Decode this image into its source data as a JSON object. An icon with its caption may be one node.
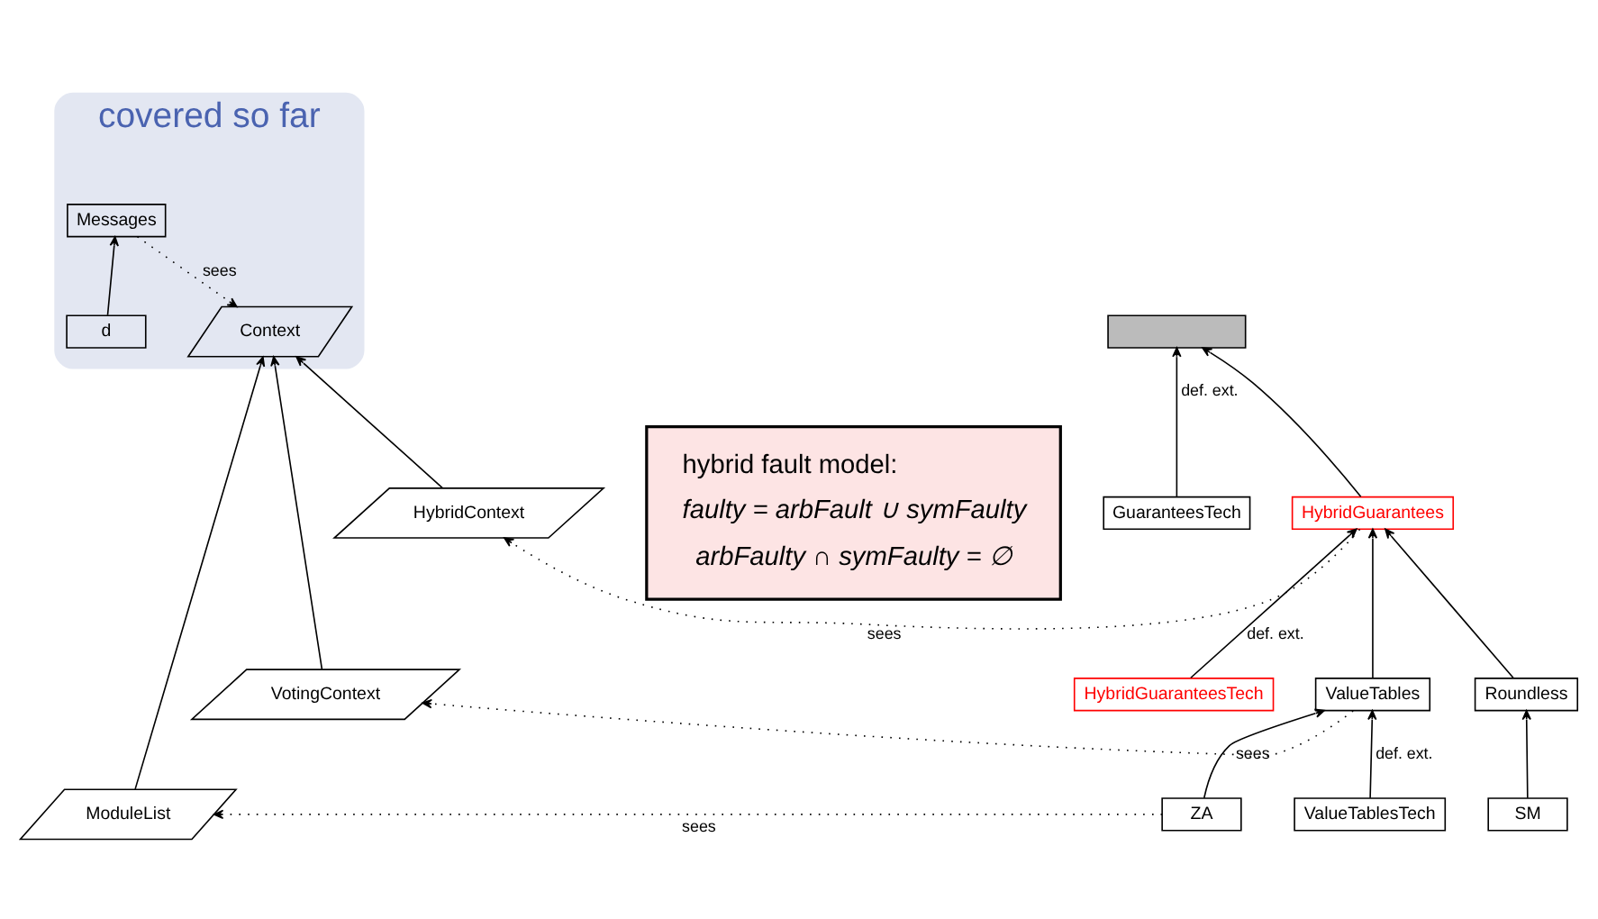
{
  "diagram": {
    "nodes": [
      {
        "text": [
          "covered so far"
        ]
      },
      {
        "text": [
          "Context"
        ],
        "in": 0
      },
      {
        "text": [
          "Messages"
        ],
        "in": 0
      },
      {
        "text": [
          "d"
        ],
        "in": 0
      },
      {
        "text": [
          "hybrid fault model:",
          "faulty = arbFault ∪ symFaulty",
          "arbFaulty ∩ symFaulty = ∅"
        ]
      },
      {
        "text": [],
        "shape": "box"
      },
      {
        "text": [
          "HybridContext"
        ]
      },
      {
        "text": [
          "HybridGuarantees"
        ]
      },
      {
        "text": [
          "GuaranteesTech"
        ]
      },
      {
        "text": [
          "VotingContext"
        ]
      },
      {
        "text": [
          "ValueTables"
        ]
      },
      {
        "text": [
          "Roundless"
        ]
      },
      {
        "text": [
          "HybridGuaranteesTech"
        ]
      },
      {
        "text": [
          "ModuleList"
        ]
      },
      {
        "text": [
          "ZA"
        ]
      },
      {
        "text": [
          "ValueTablesTech"
        ]
      },
      {
        "text": [
          "SM"
        ]
      }
    ],
    "edges": [
      {
        "from": 2,
        "to": 1,
        "arrow": "to",
        "label": "sees",
        "style": "dashed"
      },
      {
        "from": 3,
        "to": 2,
        "arrow": "to"
      },
      {
        "from": 6,
        "to": 1,
        "arrow": "to"
      },
      {
        "from": 9,
        "to": 1,
        "arrow": "to"
      },
      {
        "from": 13,
        "to": 1,
        "arrow": "to"
      },
      {
        "from": 7,
        "to": 5,
        "arrow": "to"
      },
      {
        "from": 8,
        "to": 5,
        "arrow": "to",
        "label": "def. ext."
      },
      {
        "from": 7,
        "to": 6,
        "arrow": "to",
        "label": "sees",
        "style": "dashed"
      },
      {
        "from": 10,
        "to": 7,
        "arrow": "to"
      },
      {
        "from": 11,
        "to": 7,
        "arrow": "to"
      },
      {
        "from": 12,
        "to": 7,
        "arrow": "to",
        "label": "def. ext."
      },
      {
        "from": 10,
        "to": 9,
        "arrow": "to",
        "label": "sees",
        "style": "dashed"
      },
      {
        "from": 14,
        "to": 10,
        "arrow": "to"
      },
      {
        "from": 15,
        "to": 10,
        "arrow": "to",
        "label": "def. ext."
      },
      {
        "from": 16,
        "to": 11,
        "arrow": "to"
      },
      {
        "from": 14,
        "to": 13,
        "arrow": "to",
        "label": "sees",
        "style": "dashed"
      }
    ]
  }
}
